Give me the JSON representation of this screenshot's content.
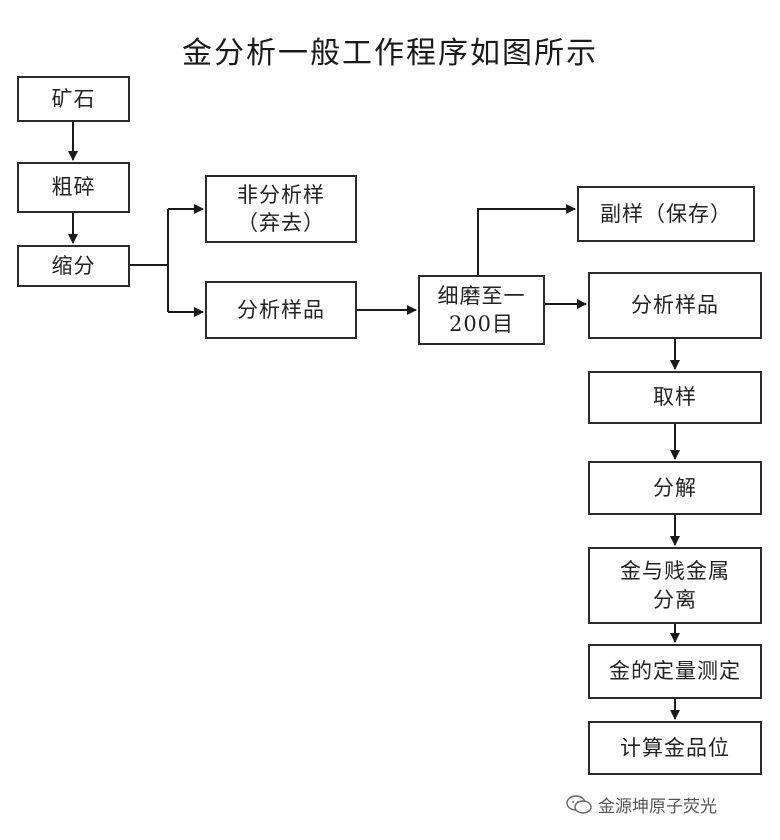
{
  "title": "金分析一般工作程序如图所示",
  "nodes": {
    "ore": [
      "矿石"
    ],
    "crush": [
      "粗碎"
    ],
    "split": [
      "缩分"
    ],
    "non_sample": [
      "非分析样",
      "（弃去）"
    ],
    "sample1": [
      "分析样品"
    ],
    "grind": [
      "细磨至一",
      "200目"
    ],
    "duplicate": [
      "副样（保存）"
    ],
    "sample2": [
      "分析样品"
    ],
    "take": [
      "取样"
    ],
    "decompose": [
      "分解"
    ],
    "separate": [
      "金与贱金属",
      "分离"
    ],
    "measure": [
      "金的定量测定"
    ],
    "calc": [
      "计算金品位"
    ]
  },
  "watermark": {
    "text": "金源坤原子荧光",
    "icon": "wechat-icon"
  },
  "colors": {
    "stroke": "#2b2b2b",
    "text": "#222222"
  }
}
